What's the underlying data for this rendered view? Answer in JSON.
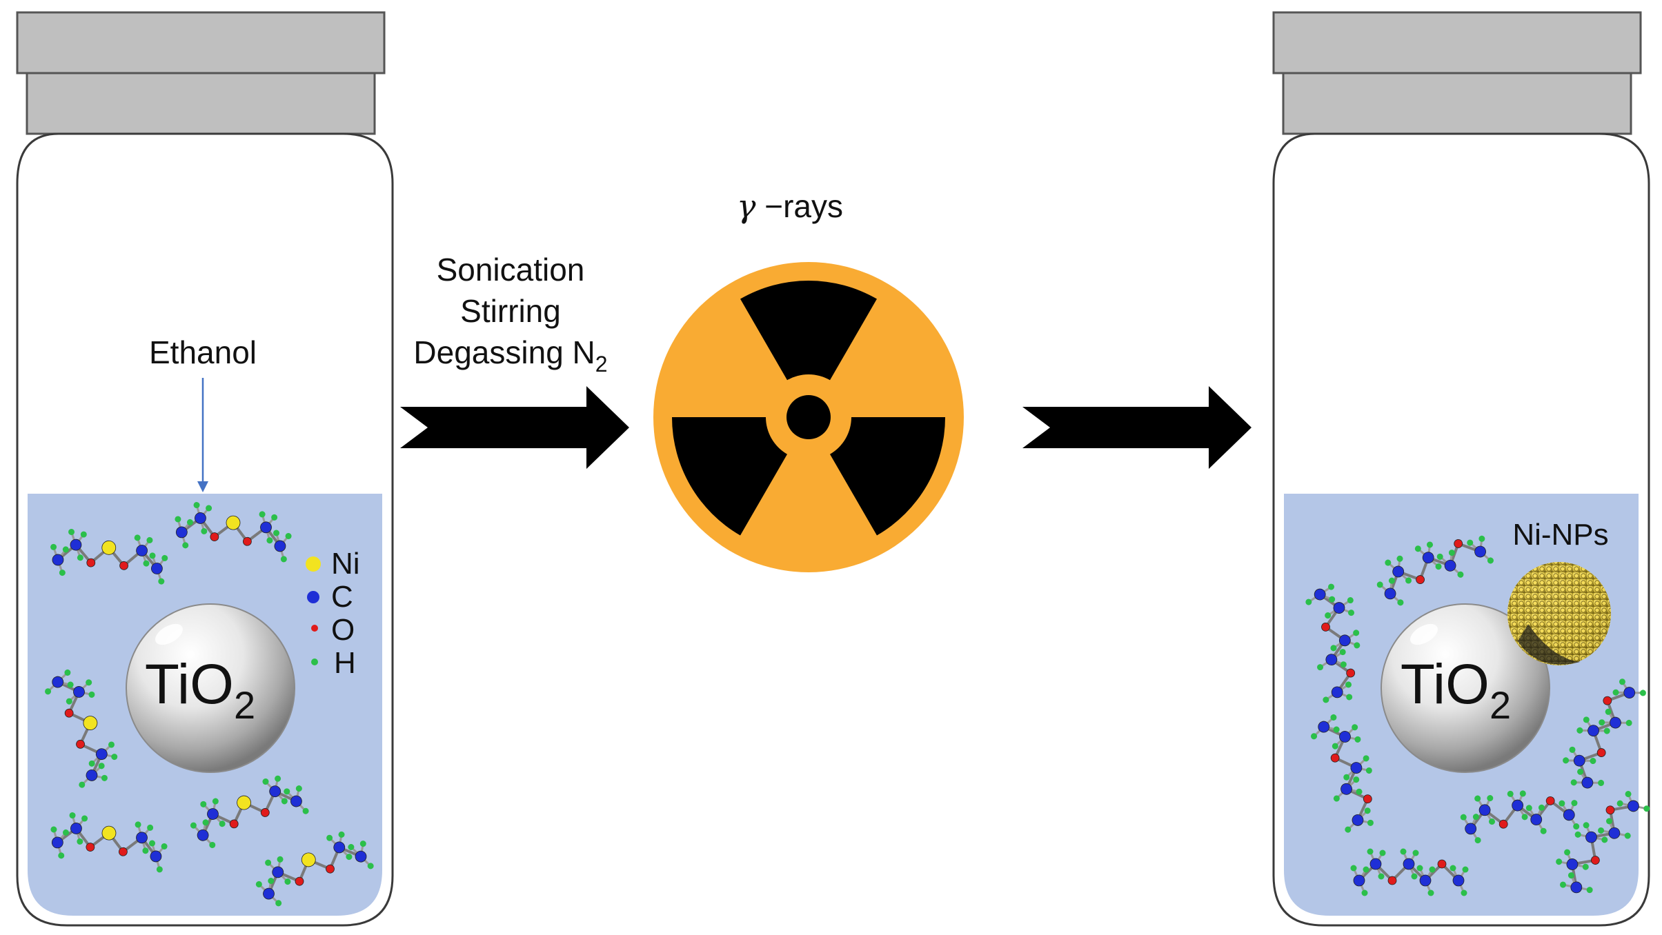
{
  "labels": {
    "ethanol": "Ethanol",
    "step_line1": "Sonication",
    "step_line2": "Stirring",
    "step_line3_prefix": "Degassing N",
    "step_line3_sub": "2",
    "rays_prefix": "γ",
    "rays_suffix": " −rays",
    "tio2_main": "TiO",
    "tio2_sub": "2",
    "ni_nps": "Ni-NPs"
  },
  "legend": [
    {
      "symbol": "Ni",
      "color": "#f2e320"
    },
    {
      "symbol": "C",
      "color": "#1f2fd6"
    },
    {
      "symbol": "O",
      "color": "#e01b1b"
    },
    {
      "symbol": "H",
      "color": "#2bbf4a"
    }
  ],
  "colors": {
    "liquid": "#b4c6e7",
    "vial_outline": "#3a3a3a",
    "cap": "#bfbfbf",
    "radiation_disc": "#f9ab33",
    "arrow": "#000000",
    "pointer": "#4472c4"
  },
  "icons": {
    "radiation": "radiation-trefoil-icon",
    "arrow": "chevron-arrow-icon"
  }
}
